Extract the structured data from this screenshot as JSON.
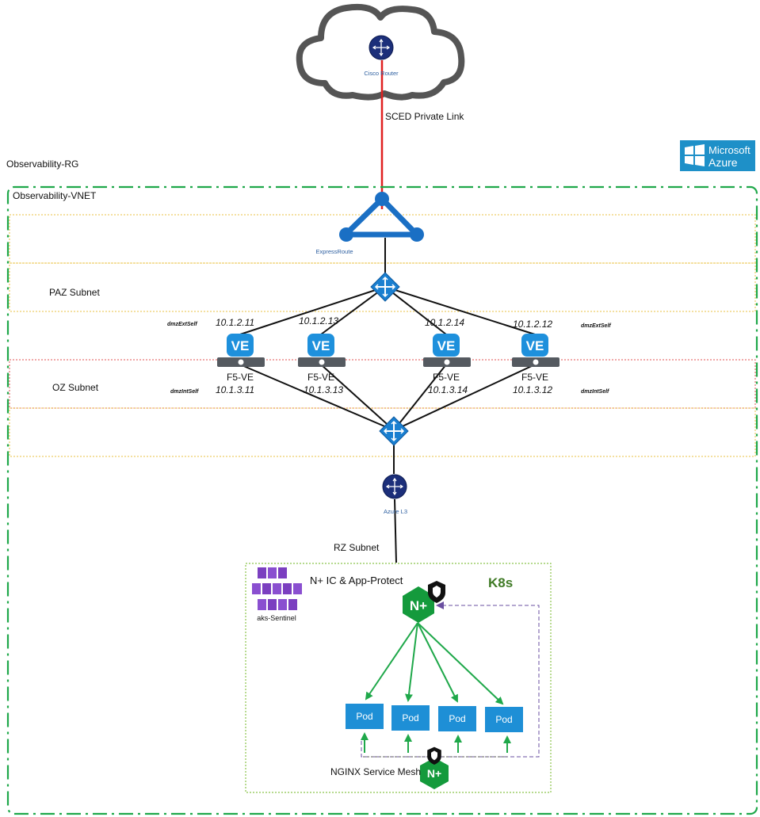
{
  "cloud": {
    "router_label": "Cisco Router",
    "link_label": "SCED Private Link"
  },
  "azure": {
    "logo_line1": "Microsoft",
    "logo_line2": "Azure",
    "brand_color": "#1e90c8"
  },
  "resource_group": {
    "label": "Observability-RG"
  },
  "vnet": {
    "label": "Observability-VNET"
  },
  "expressroute": {
    "label": "ExpressRoute"
  },
  "subnets": {
    "paz": "PAZ Subnet",
    "oz": "OZ Subnet",
    "rz": "RZ Subnet"
  },
  "self_labels": {
    "ext_left": "dmzExtSelf",
    "ext_right": "dmzExtSelf",
    "int_left": "dmzIntSelf",
    "int_right": "dmzIntSelf"
  },
  "f5_devices": [
    {
      "badge": "VE",
      "name": "F5-VE",
      "ext_ip": "10.1.2.11",
      "int_ip": "10.1.3.11"
    },
    {
      "badge": "VE",
      "name": "F5-VE",
      "ext_ip": "10.1.2.13",
      "int_ip": "10.1.3.13"
    },
    {
      "badge": "VE",
      "name": "F5-VE",
      "ext_ip": "10.1.2.14",
      "int_ip": "10.1.3.14"
    },
    {
      "badge": "VE",
      "name": "F5-VE",
      "ext_ip": "10.1.2.12",
      "int_ip": "10.1.3.12"
    }
  ],
  "azure_l3": {
    "label": "Azure L3"
  },
  "aks": {
    "cluster_label": "aks-Sentinel",
    "ingress_title": "N+ IC & App-Protect",
    "k8s_label": "K8s",
    "nginx_badge": "N+",
    "mesh_label": "NGINX Service Mesh",
    "pods": [
      "Pod",
      "Pod",
      "Pod",
      "Pod"
    ]
  },
  "colors": {
    "group_border": "#1fa84a",
    "subnet_border": "#e8c040",
    "oz_border": "#e05050",
    "private_link": "#e02020",
    "azure_blue": "#1a6fc4",
    "pod_blue": "#1e8fd6",
    "nginx_green": "#149a3c"
  }
}
